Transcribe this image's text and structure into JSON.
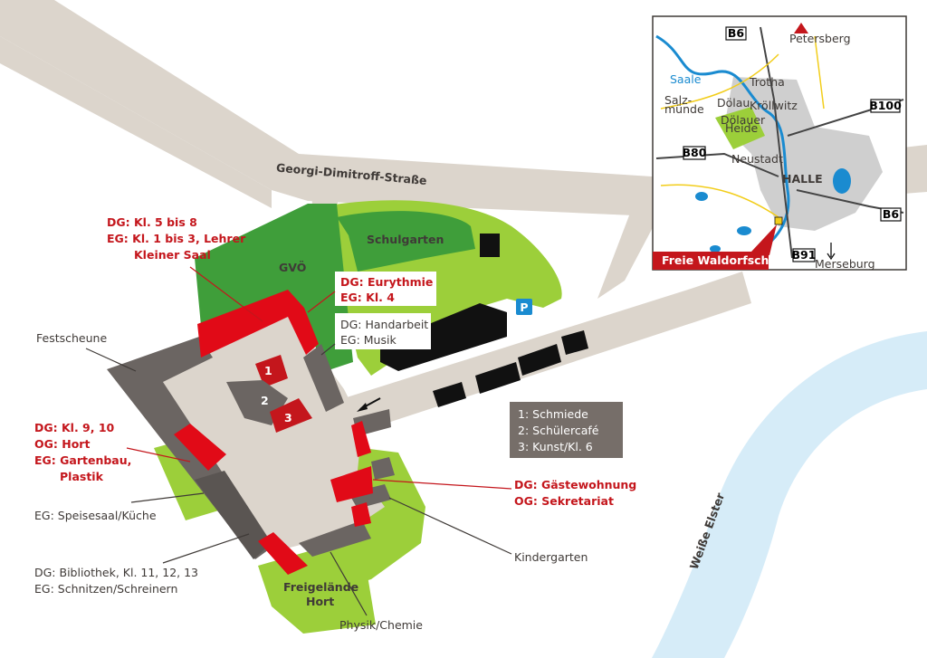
{
  "colors": {
    "road": "#dcd5cc",
    "green_dark": "#3f9e3a",
    "green_light": "#9ccf3a",
    "building_red": "#e10a17",
    "building_dark": "#6b6562",
    "courtyard": "#dcd5cc",
    "river": "#d6ecf8",
    "label_red": "#c4161c",
    "label_dark": "#3f3a37",
    "legend_box": "#766e69"
  },
  "streets": {
    "main": "Georgi-Dimitroff-Straße"
  },
  "areas": {
    "schulgarten": "Schulgarten",
    "gvoe": "GVÖ",
    "freigelaende_line1": "Freigelände",
    "freigelaende_line2": "Hort",
    "parking": "P"
  },
  "river": {
    "name": "Weiße Elster"
  },
  "room_labels": {
    "dg_kl5": "DG: Kl. 5 bis 8",
    "eg_kl1": "EG: Kl. 1 bis 3, Lehrer",
    "kleiner_saal": "Kleiner Saal",
    "dg_eurythmie": "DG: Eurythmie",
    "eg_kl4": "EG: Kl. 4",
    "dg_handarbeit": "DG: Handarbeit",
    "eg_musik": "EG: Musik",
    "festscheune": "Festscheune",
    "dg_kl9": "DG: Kl. 9, 10",
    "og_hort": "OG: Hort",
    "eg_gartenbau": "EG: Gartenbau,",
    "plastik": "Plastik",
    "eg_speisesaal": "EG: Speisesaal/Küche",
    "dg_bibliothek": "DG: Bibliothek, Kl. 11, 12, 13",
    "eg_schnitzen": "EG: Schnitzen/Schreinern",
    "physik": "Physik/Chemie",
    "kindergarten": "Kindergarten",
    "dg_gaeste": "DG: Gästewohnung",
    "og_sekretariat": "OG: Sekretariat"
  },
  "markers": {
    "m1": "1",
    "m2": "2",
    "m3": "3"
  },
  "legend": {
    "items": [
      "1: Schmiede",
      "2: Schülercafé",
      "3: Kunst/Kl. 6"
    ]
  },
  "inset": {
    "roads": {
      "b6_top": "B6",
      "b6_right": "B6",
      "b100": "B100",
      "b80": "B80",
      "b91": "B91"
    },
    "places": {
      "petersberg": "Petersberg",
      "saale": "Saale",
      "trotha": "Trotha",
      "salz": "Salz-",
      "muende": "münde",
      "doelau": "Dölau",
      "kroellwitz": "Kröllwitz",
      "doelauer": "Dölauer",
      "heide": "Heide",
      "neustadt": "Neustadt",
      "halle": "HALLE",
      "merseburg": "Merseburg"
    },
    "banner": "Freie Waldorfschule"
  }
}
